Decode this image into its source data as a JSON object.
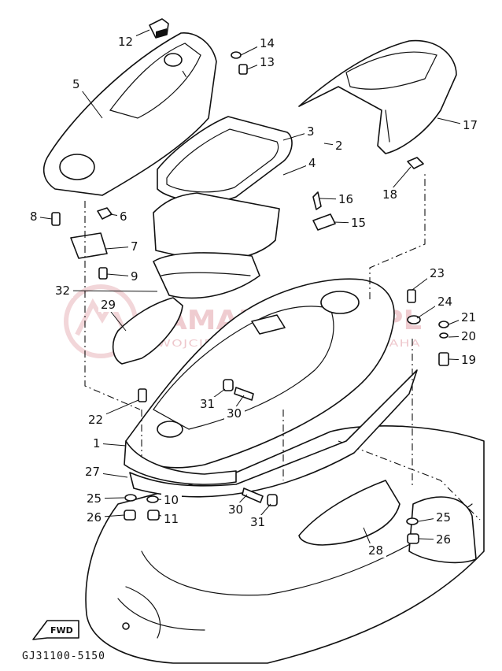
{
  "watermark": {
    "title": "YAMAHAKLUB.PL",
    "subtitle": "WOJCIECHOWICZ DEALER YAMAHA",
    "color": "#e3a3ab"
  },
  "fwd_label": "FWD",
  "drawing_code": "GJ31100-5150",
  "callouts": [
    {
      "id": "c12",
      "label": "12"
    },
    {
      "id": "c14",
      "label": "14"
    },
    {
      "id": "c13",
      "label": "13"
    },
    {
      "id": "c5",
      "label": "5"
    },
    {
      "id": "c3",
      "label": "3"
    },
    {
      "id": "c2",
      "label": "2"
    },
    {
      "id": "c4",
      "label": "4"
    },
    {
      "id": "c17",
      "label": "17"
    },
    {
      "id": "c18",
      "label": "18"
    },
    {
      "id": "c16",
      "label": "16"
    },
    {
      "id": "c15",
      "label": "15"
    },
    {
      "id": "c8",
      "label": "8"
    },
    {
      "id": "c6",
      "label": "6"
    },
    {
      "id": "c7",
      "label": "7"
    },
    {
      "id": "c9",
      "label": "9"
    },
    {
      "id": "c32",
      "label": "32"
    },
    {
      "id": "c29",
      "label": "29"
    },
    {
      "id": "c23",
      "label": "23"
    },
    {
      "id": "c24",
      "label": "24"
    },
    {
      "id": "c21",
      "label": "21"
    },
    {
      "id": "c20",
      "label": "20"
    },
    {
      "id": "c19",
      "label": "19"
    },
    {
      "id": "c31a",
      "label": "31"
    },
    {
      "id": "c30a",
      "label": "30"
    },
    {
      "id": "c22",
      "label": "22"
    },
    {
      "id": "c1",
      "label": "1"
    },
    {
      "id": "c27",
      "label": "27"
    },
    {
      "id": "c25a",
      "label": "25"
    },
    {
      "id": "c10",
      "label": "10"
    },
    {
      "id": "c26a",
      "label": "26"
    },
    {
      "id": "c11",
      "label": "11"
    },
    {
      "id": "c30b",
      "label": "30"
    },
    {
      "id": "c31b",
      "label": "31"
    },
    {
      "id": "c28",
      "label": "28"
    },
    {
      "id": "c25b",
      "label": "25"
    },
    {
      "id": "c26b",
      "label": "26"
    }
  ]
}
